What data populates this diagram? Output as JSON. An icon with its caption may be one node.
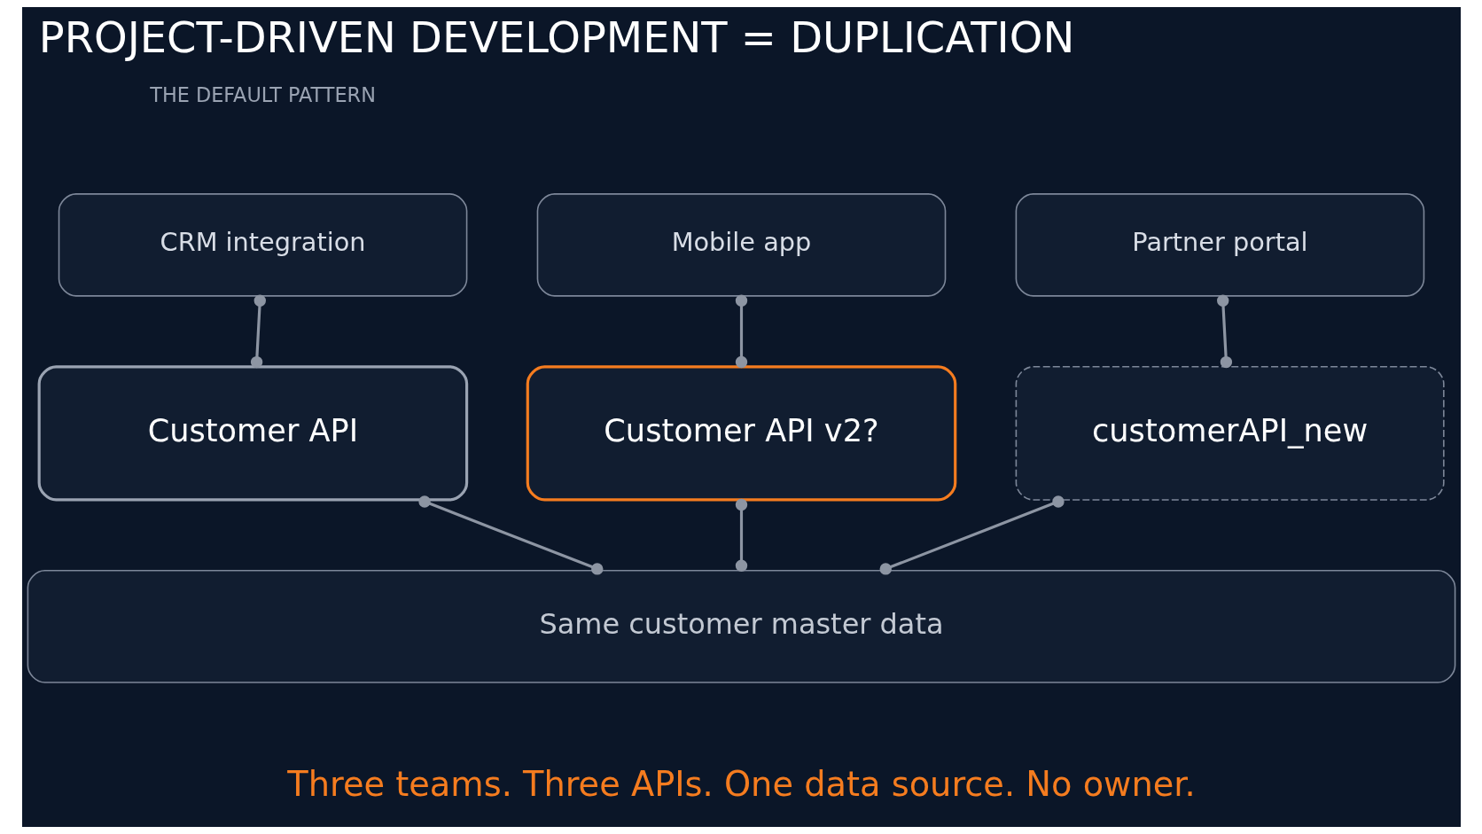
{
  "diagram": {
    "title": "PROJECT-DRIVEN DEVELOPMENT = DUPLICATION",
    "caption": "Three teams. Three APIs. One data source. No owner.",
    "nodes": [
      {
        "text": [
          "CRM integration"
        ]
      },
      {
        "text": [
          "Mobile app"
        ]
      },
      {
        "text": [
          "Partner portal"
        ]
      },
      {
        "text": [
          "Customer API"
        ]
      },
      {
        "text": [
          "Customer API v2?"
        ]
      },
      {
        "text": [
          "customerAPI_new"
        ]
      },
      {
        "text": [
          "Same customer master data"
        ]
      }
    ],
    "edges": [
      {
        "from": 0,
        "to": 3,
        "arrow": "other"
      },
      {
        "from": 1,
        "to": 4,
        "arrow": "other"
      },
      {
        "from": 2,
        "to": 5,
        "arrow": "other"
      },
      {
        "from": 3,
        "to": 6,
        "arrow": "other"
      },
      {
        "from": 4,
        "to": 6,
        "arrow": "other"
      },
      {
        "from": 5,
        "to": 6,
        "arrow": "other"
      }
    ],
    "labels": [
      "THE DEFAULT PATTERN"
    ]
  }
}
